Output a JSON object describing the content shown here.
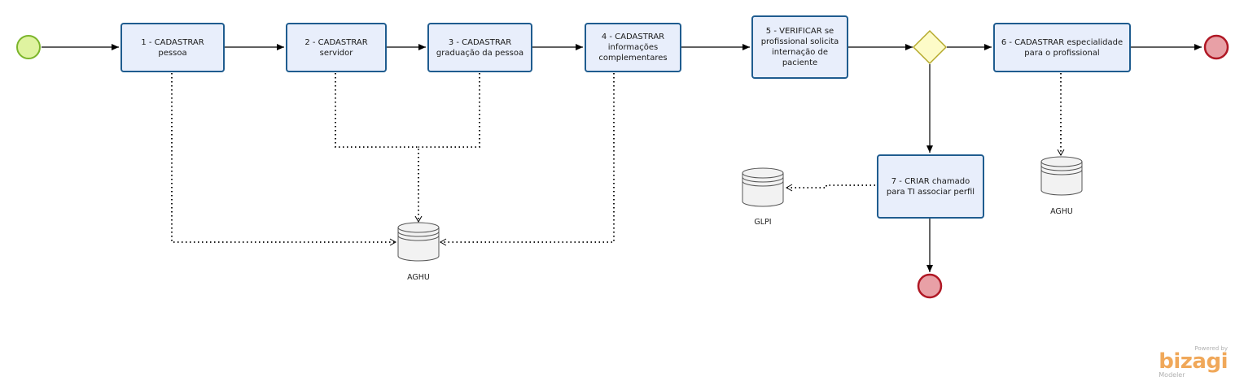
{
  "tasks": {
    "t1": "1 - CADASTRAR\npessoa",
    "t2": "2 - CADASTRAR\nservidor",
    "t3": "3 - CADASTRAR\ngraduação da pessoa",
    "t4": "4 - CADASTRAR\ninformações\ncomplementares",
    "t5": "5 - VERIFICAR  se\nprofissional solicita\ninternação de\npaciente",
    "t6": "6 - CADASTRAR especialidade\npara  o profissional",
    "t7": "7 - CRIAR chamado\npara TI associar perfil"
  },
  "stores": {
    "aghu_main": "AGHU",
    "glpi": "GLPI",
    "aghu_right": "AGHU"
  },
  "logo": {
    "powered": "Powered by",
    "brand": "bizagi",
    "sub": "Modeler"
  },
  "colors": {
    "task_fill": "#e8eefb",
    "task_border": "#1f5c8f",
    "start_fill": "#dff3a0",
    "start_border": "#7bb52a",
    "end_fill": "#e8a0a6",
    "end_border": "#b01825",
    "gateway_fill": "#fdfbc8",
    "gateway_border": "#b5a92a",
    "logo": "#f0a85a"
  }
}
